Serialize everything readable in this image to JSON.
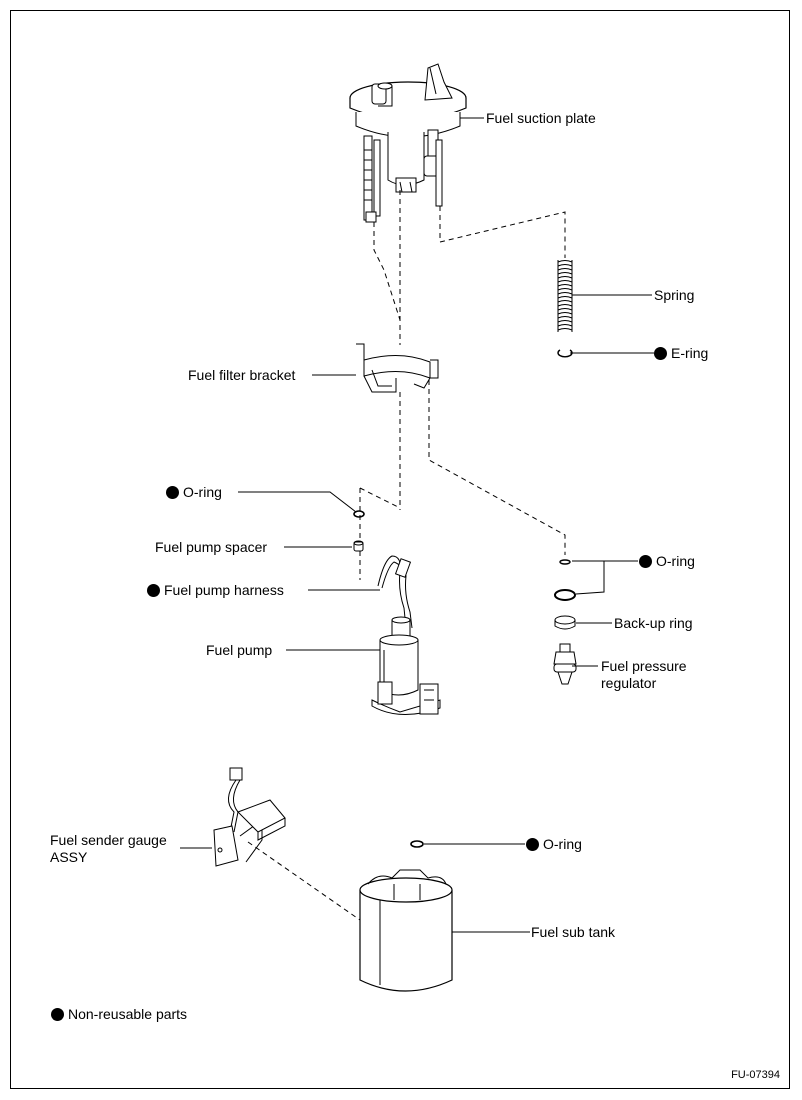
{
  "labels": {
    "fuel_suction_plate": "Fuel suction plate",
    "spring": "Spring",
    "e_ring": "E-ring",
    "fuel_filter_bracket": "Fuel filter bracket",
    "o_ring_pump": "O-ring",
    "fuel_pump_spacer": "Fuel pump spacer",
    "fuel_pump_harness": "Fuel pump harness",
    "fuel_pump": "Fuel pump",
    "o_ring_regulator": "O-ring",
    "back_up_ring": "Back-up ring",
    "fuel_pressure_regulator_line1": "Fuel pressure",
    "fuel_pressure_regulator_line2": "regulator",
    "fuel_sender_gauge_line1": "Fuel sender gauge",
    "fuel_sender_gauge_line2": "ASSY",
    "o_ring_sub_tank": "O-ring",
    "fuel_sub_tank": "Fuel sub tank"
  },
  "legend": {
    "non_reusable": "Non-reusable parts",
    "marker_icon": "filled-circle-icon"
  },
  "figure_code": "FU-07394"
}
